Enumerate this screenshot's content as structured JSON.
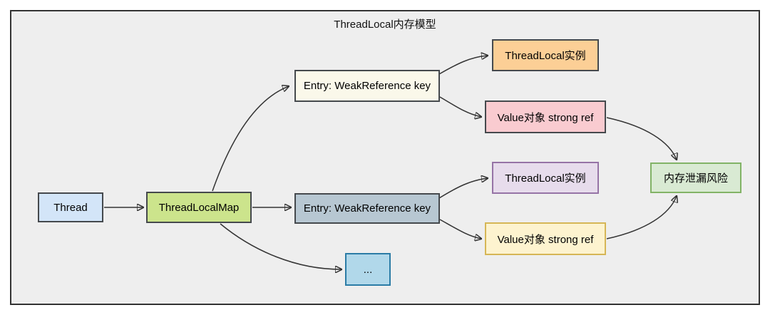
{
  "diagram": {
    "title": "ThreadLocal内存模型",
    "canvas": {
      "background": "#eeeeee",
      "border_color": "#333333",
      "arrow_color": "#333333"
    },
    "nodes": {
      "thread": {
        "label": "Thread",
        "fill": "#d3e5f8",
        "border": "#45494d"
      },
      "threadlocalmap": {
        "label": "ThreadLocalMap",
        "fill": "#cce48c",
        "border": "#45494d"
      },
      "entry1": {
        "label": "Entry: WeakReference key",
        "fill": "#faf8ea",
        "border": "#45494d"
      },
      "entry2": {
        "label": "Entry: WeakReference key",
        "fill": "#b7c7d2",
        "border": "#45494d"
      },
      "threadlocal_instance1": {
        "label": "ThreadLocal实例",
        "fill": "#fccf96",
        "border": "#45494d"
      },
      "value1": {
        "label": "Value对象 strong ref",
        "fill": "#f9cbd0",
        "border": "#45494d"
      },
      "threadlocal_instance2": {
        "label": "ThreadLocal实例",
        "fill": "#e7dcec",
        "border": "#9673a6"
      },
      "value2": {
        "label": "Value对象 strong ref",
        "fill": "#fdf3cf",
        "border": "#d6b656"
      },
      "memory_leak": {
        "label": "内存泄漏风险",
        "fill": "#d9ead3",
        "border": "#82b366"
      },
      "more_entries": {
        "label": "...",
        "fill": "#b1d8ea",
        "border": "#2b7ca6"
      }
    }
  }
}
